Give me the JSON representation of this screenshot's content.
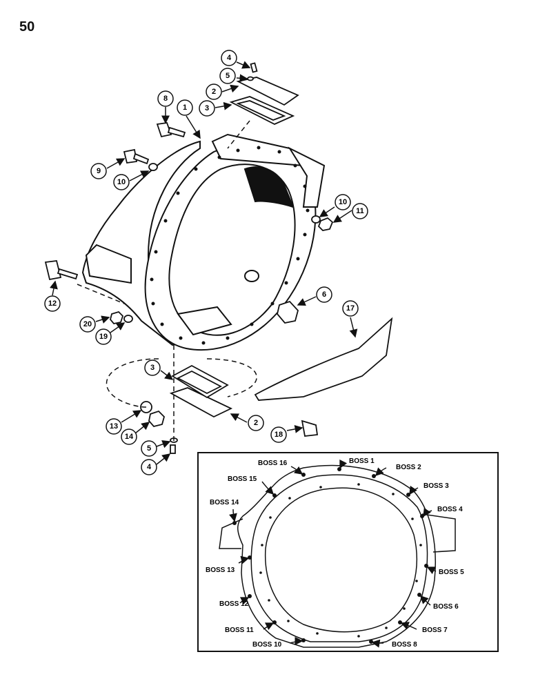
{
  "page_number": "50",
  "callouts": {
    "c1": "1",
    "c2a": "2",
    "c2b": "2",
    "c3a": "3",
    "c3b": "3",
    "c4a": "4",
    "c4b": "4",
    "c5a": "5",
    "c5b": "5",
    "c6": "6",
    "c8": "8",
    "c9": "9",
    "c10a": "10",
    "c10b": "10",
    "c11": "11",
    "c12": "12",
    "c13": "13",
    "c14": "14",
    "c17": "17",
    "c18": "18",
    "c19": "19",
    "c20": "20"
  },
  "bosses": {
    "b1": "BOSS 1",
    "b2": "BOSS 2",
    "b3": "BOSS 3",
    "b4": "BOSS 4",
    "b5": "BOSS 5",
    "b6": "BOSS 6",
    "b7": "BOSS 7",
    "b8": "BOSS 8",
    "b10": "BOSS 10",
    "b11": "BOSS 11",
    "b12": "BOSS 12",
    "b13": "BOSS 13",
    "b14": "BOSS 14",
    "b15": "BOSS 15",
    "b16": "BOSS 16"
  }
}
